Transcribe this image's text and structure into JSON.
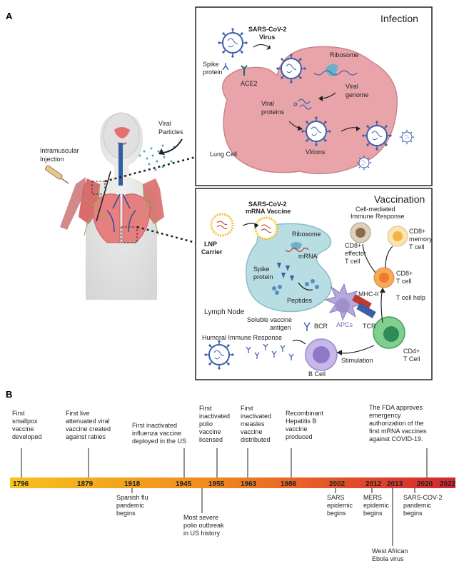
{
  "panels": {
    "a": "A",
    "b": "B"
  },
  "infection": {
    "title": "Infection",
    "virus_line1": "SARS-CoV-2",
    "virus_line2": "Virus",
    "spike_line1": "Spike",
    "spike_line2": "protein",
    "ace2": "ACE2",
    "ribosome": "Ribosome",
    "genome_line1": "Viral",
    "genome_line2": "genome",
    "proteins_line1": "Viral",
    "proteins_line2": "proteins",
    "virions": "Virions",
    "lung_cell": "Lung Cell"
  },
  "body": {
    "viral_particles_line1": "Viral",
    "viral_particles_line2": "Particles",
    "injection_line1": "Intramuscular",
    "injection_line2": "Injection"
  },
  "vaccination": {
    "title": "Vaccination",
    "vaccine_line1": "SARS-CoV-2",
    "vaccine_line2": "mRNA Vaccine",
    "lnp_line1": "LNP",
    "lnp_line2": "Carrier",
    "ribosome": "Ribosome",
    "mrna": "mRNA",
    "spike_line1": "Spike",
    "spike_line2": "protein",
    "peptides": "Peptides",
    "lymph_node": "Lymph Node",
    "cell_mediated_line1": "Cell-mediated",
    "cell_mediated_line2": "Immune Response",
    "cd8_effector_line1": "CD8+",
    "cd8_effector_line2": "effector",
    "cd8_effector_line3": "T cell",
    "cd8_memory_line1": "CD8+",
    "cd8_memory_line2": "memory",
    "cd8_memory_line3": "T cell",
    "cd8_line1": "CD8+",
    "cd8_line2": "T cell",
    "t_cell_help": "T cell help",
    "mhc": "MHC-II",
    "apcs": "APCs",
    "tcr": "TCR",
    "cd4_line1": "CD4+",
    "cd4_line2": "T Cell",
    "soluble_line1": "Soluble vaccine",
    "soluble_line2": "antigen",
    "bcr": "BCR",
    "humoral": "Humoral Immune Response",
    "stimulation": "Stimulation",
    "b_cell": "B Cell"
  },
  "timeline": {
    "years": [
      "1796",
      "1879",
      "1918",
      "1945",
      "1955",
      "1963",
      "1986",
      "2002",
      "2012",
      "2013",
      "2020",
      "2022"
    ],
    "events_above": [
      {
        "lines": [
          "First",
          "smallpox",
          "vaccine",
          "developed"
        ]
      },
      {
        "lines": [
          "First live",
          "attenuated viral",
          "vaccine created",
          "against rabies"
        ]
      },
      {
        "lines": [
          "First inactivated",
          "influenza vaccine",
          "deployed in the US"
        ]
      },
      {
        "lines": [
          "First",
          "inactivated",
          "polio",
          "vaccine",
          "licensed"
        ]
      },
      {
        "lines": [
          "First",
          "inactivated",
          "measles",
          "vaccine",
          "distributed"
        ]
      },
      {
        "lines": [
          "Recombinant",
          "Hepatitis B",
          "vaccine",
          "produced"
        ]
      },
      {
        "lines": [
          "The FDA approves",
          "emergency",
          "authorization of the",
          "first mRNA vaccines",
          "against COVID-19."
        ]
      }
    ],
    "events_below": [
      {
        "lines": [
          "Spanish flu",
          "pandemic",
          "begins"
        ]
      },
      {
        "lines": [
          "Most severe",
          "polio outbreak",
          "in US history"
        ]
      },
      {
        "lines": [
          "SARS",
          "epidemic",
          "begins"
        ]
      },
      {
        "lines": [
          "MERS",
          "epidemic",
          "begins"
        ]
      },
      {
        "lines": [
          "West African",
          "Ebola virus"
        ]
      },
      {
        "lines": [
          "SARS-COV-2",
          "pandemic",
          "begins"
        ]
      }
    ]
  },
  "colors": {
    "lung_cell": "#e8a4a8",
    "lymph_cell": "#b8dde3",
    "timeline_start": "#f7c21c",
    "timeline_end": "#d3262f",
    "virus_blue": "#3b5ea8"
  }
}
